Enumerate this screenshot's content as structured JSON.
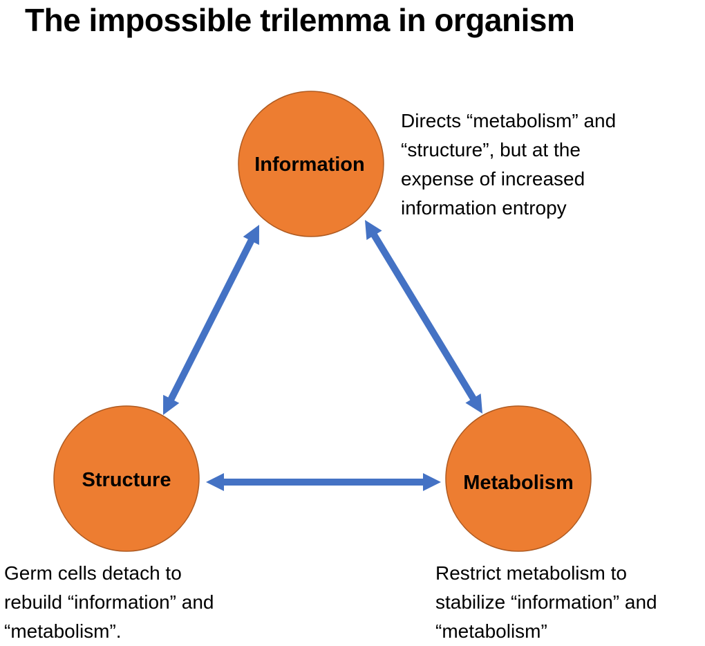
{
  "title": "The impossible trilemma in organism",
  "colors": {
    "node_fill": "#ED7D31",
    "node_stroke": "#AE5A21",
    "arrow": "#4472C4",
    "text": "#000000"
  },
  "nodes": [
    {
      "id": "information",
      "label": "Information"
    },
    {
      "id": "structure",
      "label": "Structure"
    },
    {
      "id": "metabolism",
      "label": "Metabolism"
    }
  ],
  "edges": [
    {
      "from": "information",
      "to": "structure",
      "direction": "bidirectional"
    },
    {
      "from": "information",
      "to": "metabolism",
      "direction": "bidirectional"
    },
    {
      "from": "structure",
      "to": "metabolism",
      "direction": "bidirectional"
    }
  ],
  "notes": {
    "information": [
      "Directs “metabolism” and",
      "“structure”, but at the",
      "expense of increased",
      "information entropy"
    ],
    "structure": [
      "Germ cells detach to",
      "rebuild “information” and",
      "“metabolism”."
    ],
    "metabolism": [
      "Restrict metabolism to",
      "stabilize “information” and",
      "“metabolism”"
    ]
  }
}
